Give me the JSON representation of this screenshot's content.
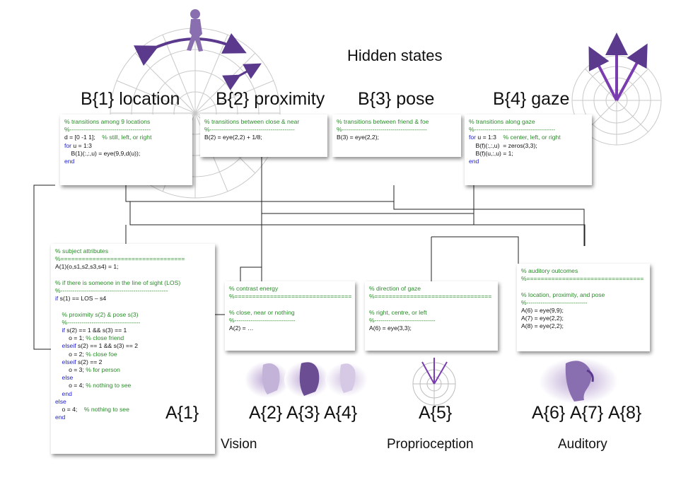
{
  "header": {
    "title": "Hidden states"
  },
  "factors": {
    "b1": "B{1} location",
    "b2": "B{2} proximity",
    "b3": "B{3} pose",
    "b4": "B{4} gaze"
  },
  "code_b1": [
    {
      "t": "% transitions among 9 locations",
      "k": "c"
    },
    {
      "t": "%----------------------------------------",
      "k": "c"
    },
    {
      "t": "d = [0 -1 1];    ",
      "k": "n",
      "tail": "% still, left, or right"
    },
    {
      "t": "for",
      "k": "k",
      "tail2": " u = 1:3"
    },
    {
      "t": "    B(1)(:,:,u) = eye(9,9,d(u));",
      "k": "n"
    },
    {
      "t": "end",
      "k": "k"
    }
  ],
  "code_b2": [
    {
      "t": "% transitions between close & near",
      "k": "c"
    },
    {
      "t": "%------------------------------------------",
      "k": "c"
    },
    {
      "t": "B(2) = eye(2,2) + 1/8;",
      "k": "n"
    }
  ],
  "code_b3": [
    {
      "t": "% transitions between friend & foe",
      "k": "c"
    },
    {
      "t": "%------------------------------------------",
      "k": "c"
    },
    {
      "t": "B(3) = eye(2,2);",
      "k": "n"
    }
  ],
  "code_b4": [
    {
      "t": "% transitions along gaze",
      "k": "c"
    },
    {
      "t": "%----------------------------------------",
      "k": "c"
    },
    {
      "t": "for",
      "k": "k",
      "tail2": " u = 1:3    ",
      "tail": "% center, left, or right"
    },
    {
      "t": "    B(f)(:,:,u)  = zeros(3,3);",
      "k": "n"
    },
    {
      "t": "    B(f)(u,:,u) = 1;",
      "k": "n"
    },
    {
      "t": "end",
      "k": "k"
    }
  ],
  "code_a1": [
    {
      "t": "% subject attributes",
      "k": "c"
    },
    {
      "t": "%===================================",
      "k": "c"
    },
    {
      "t": "A(1)(o,s1,s2,s3,s4) = 1;",
      "k": "n"
    },
    {
      "t": " ",
      "k": "n"
    },
    {
      "t": "% if there is someone in the line of sight (LOS)",
      "k": "c"
    },
    {
      "t": "%-----------------------------------------------------",
      "k": "c"
    },
    {
      "t": "if",
      "k": "k",
      "tail2": " s(1) == LOS – s4"
    },
    {
      "t": " ",
      "k": "n"
    },
    {
      "t": "    % proximity s(2) & pose s(3)",
      "k": "c"
    },
    {
      "t": "    %------------------------------------",
      "k": "c"
    },
    {
      "t": "    if",
      "k": "k",
      "tail2": " s(2) == 1 && s(3) == 1"
    },
    {
      "t": "        o = 1; ",
      "k": "n",
      "tail": "% close friend"
    },
    {
      "t": "    elseif",
      "k": "k",
      "tail2": " s(2) == 1 && s(3) == 2"
    },
    {
      "t": "        o = 2; ",
      "k": "n",
      "tail": "% close foe"
    },
    {
      "t": "    elseif",
      "k": "k",
      "tail2": " s(2) == 2"
    },
    {
      "t": "        o = 3; ",
      "k": "n",
      "tail": "% for person"
    },
    {
      "t": "    else",
      "k": "k"
    },
    {
      "t": "        o = 4; ",
      "k": "n",
      "tail": "% nothing to see"
    },
    {
      "t": "    end",
      "k": "k"
    },
    {
      "t": "else",
      "k": "k"
    },
    {
      "t": "    o = 4;    ",
      "k": "n",
      "tail": "% nothing to see"
    },
    {
      "t": "end",
      "k": "k"
    }
  ],
  "code_a2": [
    {
      "t": "% contrast energy",
      "k": "c"
    },
    {
      "t": "%=================================",
      "k": "c"
    },
    {
      "t": " ",
      "k": "n"
    },
    {
      "t": "% close, near or nothing",
      "k": "c"
    },
    {
      "t": "%------------------------------",
      "k": "c"
    },
    {
      "t": "A(2) = …",
      "k": "n"
    }
  ],
  "code_a6": [
    {
      "t": "% direction of gaze",
      "k": "c"
    },
    {
      "t": "%=================================",
      "k": "c"
    },
    {
      "t": " ",
      "k": "n"
    },
    {
      "t": "% right, centre, or left",
      "k": "c"
    },
    {
      "t": "%------------------------------",
      "k": "c"
    },
    {
      "t": "A(6) = eye(3,3);",
      "k": "n"
    }
  ],
  "code_aud": [
    {
      "t": "% auditory outcomes",
      "k": "c"
    },
    {
      "t": "%=================================",
      "k": "c"
    },
    {
      "t": " ",
      "k": "n"
    },
    {
      "t": "% location, proximity, and pose",
      "k": "c"
    },
    {
      "t": "%------------------------------",
      "k": "c"
    },
    {
      "t": "A(6) = eye(9,9);",
      "k": "n"
    },
    {
      "t": "A(7) = eye(2,2);",
      "k": "n"
    },
    {
      "t": "A(8) = eye(2,2);",
      "k": "n"
    }
  ],
  "outcomes": {
    "a1": "A{1}",
    "a2": "A{2}",
    "a3": "A{3}",
    "a4": "A{4}",
    "a5": "A{5}",
    "a6": "A{6}",
    "a7": "A{7}",
    "a8": "A{8}"
  },
  "modalities": {
    "vision": "Vision",
    "proprioception": "Proprioception",
    "auditory": "Auditory"
  },
  "colors": {
    "accent": "#6a3d9a",
    "comment": "#2a8a2a",
    "keyword": "#2222cc"
  },
  "icons": [
    "walking-person-icon",
    "polar-grid-icon",
    "gaze-arrows-icon",
    "face-silhouette-icon",
    "ear-icon"
  ]
}
